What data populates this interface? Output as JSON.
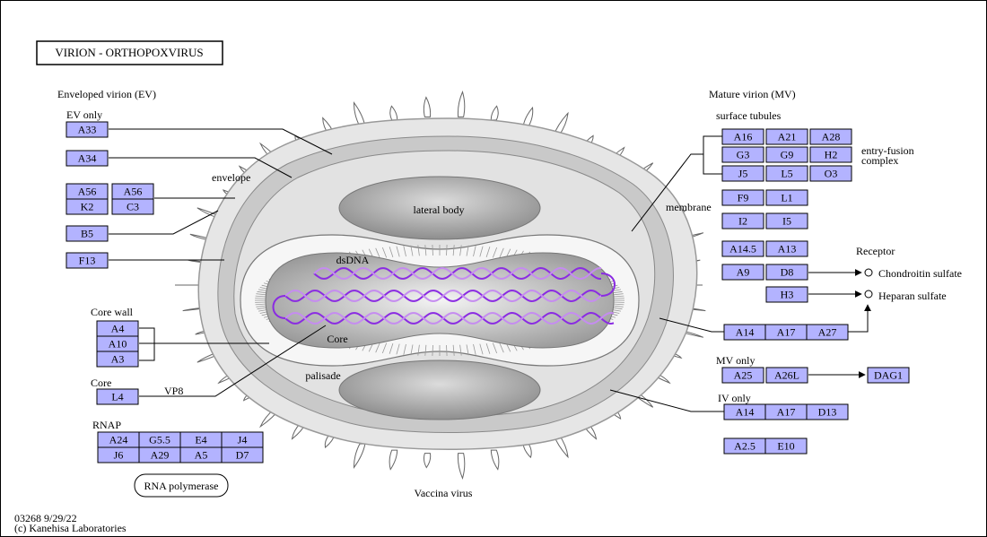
{
  "title": "VIRION  -  ORTHOPOXVIRUS",
  "colors": {
    "gene_fill": "#b3b3ff",
    "dna_strand": "#8a2be2",
    "virion_gray": "#a8a8a8",
    "membrane_gray": "#d8d8d8"
  },
  "labels": {
    "ev_heading": "Enveloped virion (EV)",
    "ev_only": "EV only",
    "envelope": "envelope",
    "mv_heading": "Mature virion (MV)",
    "surface_tubules": "surface tubules",
    "entry_fusion_1": "entry-fusion",
    "entry_fusion_2": "complex",
    "membrane": "membrane",
    "receptor": "Receptor",
    "chondroitin": "Chondroitin sulfate",
    "heparan": "Heparan sulfate",
    "core_wall": "Core wall",
    "core_left": "Core",
    "vp8": "VP8",
    "rnap": "RNAP",
    "rna_polymerase": "RNA polymerase",
    "lateral_body": "lateral body",
    "dsdna": "dsDNA",
    "core_center": "Core",
    "palisade": "palisade",
    "vaccina": "Vaccina virus",
    "mv_only": "MV only",
    "iv_only": "IV only",
    "footer_id": "03268 9/29/22",
    "footer_copy": "(c) Kanehisa Laboratories"
  },
  "genes": {
    "a33": "A33",
    "a34": "A34",
    "a56_1": "A56",
    "a56_2": "A56",
    "k2": "K2",
    "c3": "C3",
    "b5": "B5",
    "f13": "F13",
    "a4": "A4",
    "a10": "A10",
    "a3": "A3",
    "l4": "L4",
    "a24": "A24",
    "g5_5": "G5.5",
    "e4": "E4",
    "j4": "J4",
    "j6": "J6",
    "a29": "A29",
    "a5": "A5",
    "d7": "D7",
    "a16": "A16",
    "a21": "A21",
    "a28": "A28",
    "g3": "G3",
    "g9": "G9",
    "h2": "H2",
    "j5": "J5",
    "l5": "L5",
    "o3": "O3",
    "f9": "F9",
    "l1": "L1",
    "i2": "I2",
    "i5": "I5",
    "a14_5": "A14.5",
    "a13": "A13",
    "a9": "A9",
    "d8": "D8",
    "h3": "H3",
    "a14_1": "A14",
    "a17_1": "A17",
    "a27": "A27",
    "a25": "A25",
    "a26l": "A26L",
    "dag1": "DAG1",
    "a14_2": "A14",
    "a17_2": "A17",
    "d13": "D13",
    "a2_5": "A2.5",
    "e10": "E10"
  }
}
